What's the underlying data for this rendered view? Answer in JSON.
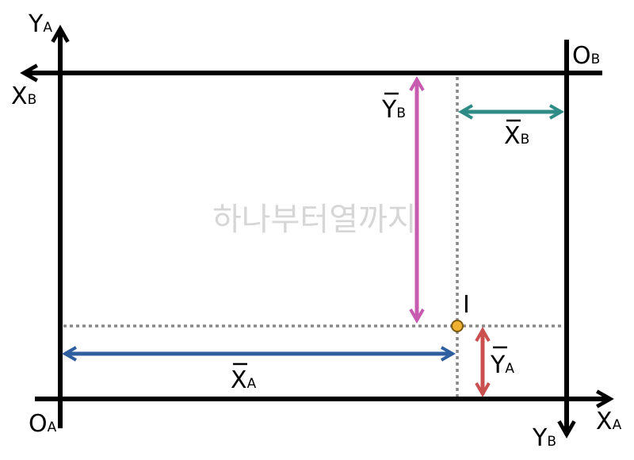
{
  "labels": {
    "ya_main": "Y",
    "ya_sub": "A",
    "xa_main": "X",
    "xa_sub": "A",
    "oa_main": "O",
    "oa_sub": "A",
    "ob_main": "O",
    "ob_sub": "B",
    "xb_main": "X",
    "xb_sub": "B",
    "yb_main": "Y",
    "yb_sub": "B",
    "point": "I",
    "ybar_b_main": "Y",
    "ybar_b_sub": "B",
    "xbar_b_main": "X",
    "xbar_b_sub": "B",
    "xbar_a_main": "X",
    "xbar_a_sub": "A",
    "ybar_a_main": "Y",
    "ybar_a_sub": "A"
  },
  "watermark": "하나부터열까지",
  "colors": {
    "axis": "#000000",
    "guide": "#888888",
    "xbar_a": "#2f5f9e",
    "xbar_b": "#2e8b86",
    "ybar_a": "#c9504f",
    "ybar_b": "#c75bb0",
    "point_fill": "#f0b030",
    "point_stroke": "#7a5a10"
  }
}
